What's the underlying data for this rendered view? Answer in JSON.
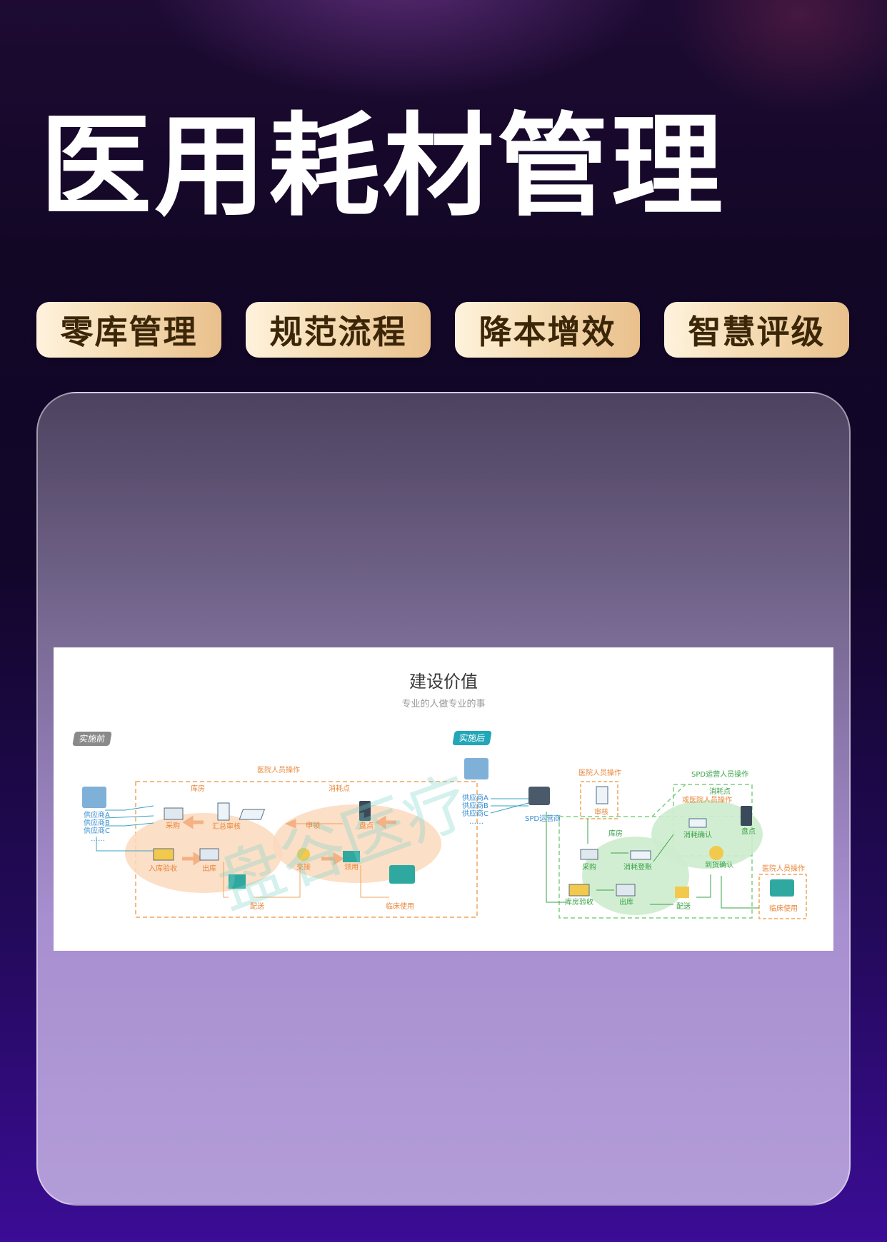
{
  "page": {
    "title": "医用耗材管理"
  },
  "tags": [
    "零库管理",
    "规范流程",
    "降本增效",
    "智慧评级"
  ],
  "diagram": {
    "title": "建设价值",
    "subtitle": "专业的人做专业的事",
    "watermark": "盘谷医疗",
    "before": {
      "badge": "实施前",
      "region_label": "医院人员操作",
      "warehouse_label": "库房",
      "consumption_label": "消耗点",
      "suppliers": [
        "供应商A",
        "供应商B",
        "供应商C",
        "……"
      ],
      "nodes": {
        "purchase": "采购",
        "review": "汇总审核",
        "apply": "申领",
        "inventory": "盘点",
        "inbound": "入库验收",
        "outbound": "出库",
        "handover": "交接",
        "receive": "领用",
        "delivery": "配送",
        "clinical": "临床使用"
      }
    },
    "after": {
      "badge": "实施后",
      "suppliers": [
        "供应商A",
        "供应商B",
        "供应商C",
        "……"
      ],
      "operator": "SPD运营商",
      "hospital_label": "医院人员操作",
      "review": "审核",
      "spd_label": "SPD运营人员操作",
      "consumption_label": "消耗点",
      "consumption_sub": "或医院人员操作",
      "warehouse_label": "库房",
      "nodes": {
        "consume_confirm": "消耗确认",
        "inventory": "盘点",
        "purchase": "采购",
        "consume_register": "消耗登账",
        "arrival_confirm": "到货确认",
        "inbound": "库房验收",
        "outbound": "出库",
        "delivery": "配送",
        "clinical": "临床使用",
        "clinical_label": "医院人员操作"
      }
    }
  }
}
